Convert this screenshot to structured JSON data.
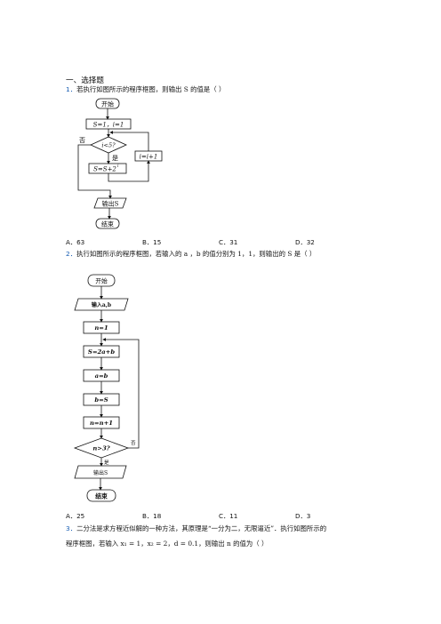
{
  "section_title": "一、选择题",
  "questions": [
    {
      "num": "1．",
      "text": "若执行如图所示的程序框图，则输出 S 的值是（    ）",
      "options": [
        "A．63",
        "B．15",
        "C．31",
        "D．32"
      ],
      "flow": {
        "start": "开始",
        "init": "S=1，i=1",
        "cond": "i<5?",
        "yes": "是",
        "no": "否",
        "step": "S=S+2",
        "step_exp": "i",
        "inc": "i=i+1",
        "output": "输出S",
        "end": "结束"
      }
    },
    {
      "num": "2．",
      "text": "执行如图所示的程序框图，若输入的 a ，b 的值分别为 1，1，则输出的 S 是（    ）",
      "options": [
        "A．25",
        "B．18",
        "C．11",
        "D．3"
      ],
      "flow": {
        "start": "开始",
        "input": "输入a,b",
        "init": "n=1",
        "s": "S=2a+b",
        "a": "a=b",
        "b": "b=S",
        "inc": "n=n+1",
        "cond": "n>3?",
        "yes": "是",
        "no": "否",
        "output": "输出S",
        "end": "结束"
      }
    },
    {
      "num": "3．",
      "line1": "二分法是求方程近似解的一种方法，其原理是“一分为二，无限逼近”．执行如图所示的",
      "line2": "程序框图，若输入 x₁ = 1，x₂ = 2，d = 0.1，则输出 n 的值为（    ）"
    }
  ]
}
